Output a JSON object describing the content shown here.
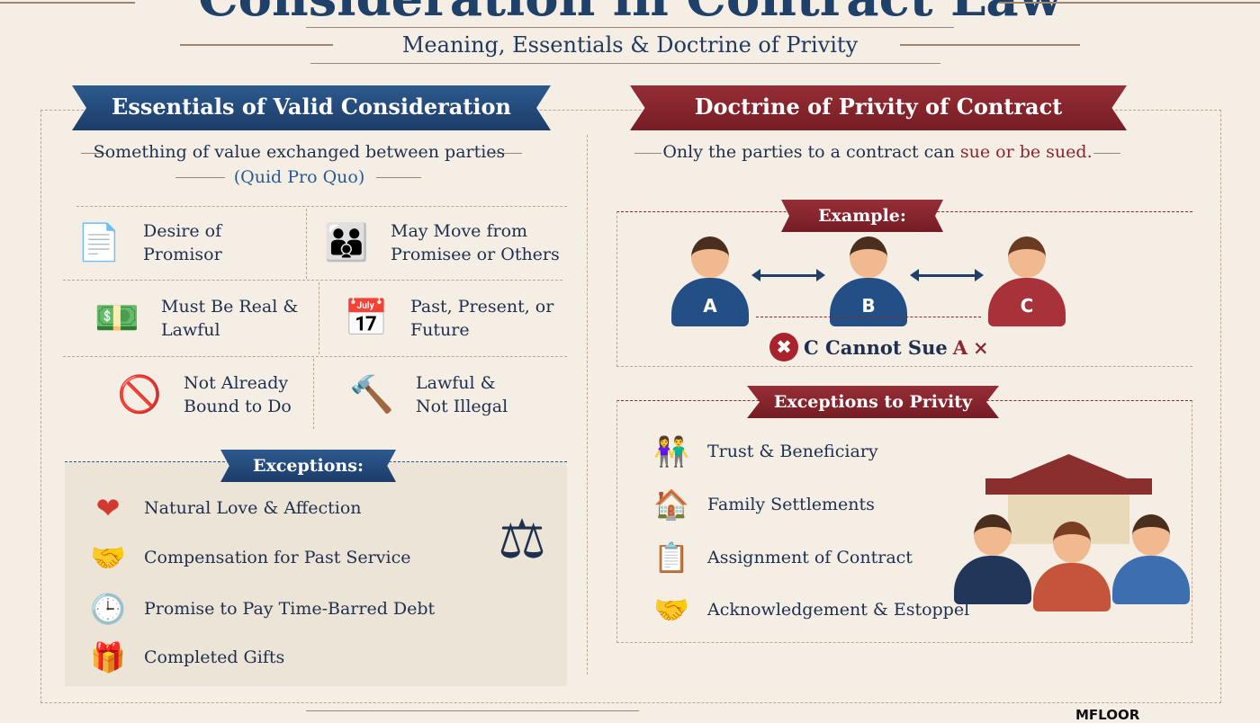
{
  "header": {
    "title": "Consideration in Contract Law",
    "subtitle": "Meaning, Essentials & Doctrine of Privity"
  },
  "left": {
    "ribbon": "Essentials of Valid Consideration",
    "definition": "Something of value exchanged between parties",
    "definition_note": "(Quid Pro Quo)",
    "essentials": [
      {
        "icon": "hand-document-icon",
        "label": "Desire of Promisor"
      },
      {
        "icon": "people-group-icon",
        "label": "May Move from Promisee or Others"
      },
      {
        "icon": "money-check-icon",
        "label": "Must Be Real & Lawful"
      },
      {
        "icon": "calendar-icon",
        "label": "Past, Present, or Future"
      },
      {
        "icon": "checklist-prohibited-icon",
        "label": "Not Already Bound to Do"
      },
      {
        "icon": "gavel-icon",
        "label": "Lawful & Not Illegal"
      }
    ],
    "exceptions_tag": "Exceptions:",
    "exceptions": [
      {
        "icon": "heart-icon",
        "label": "Natural Love & Affection"
      },
      {
        "icon": "handshake-icon",
        "label": "Compensation for Past Service"
      },
      {
        "icon": "clock-icon",
        "label": "Promise to Pay Time-Barred Debt"
      },
      {
        "icon": "gift-icon",
        "label": "Completed Gifts"
      }
    ]
  },
  "right": {
    "ribbon": "Doctrine of Privity of Contract",
    "rule_prefix": "Only the parties to a contract can ",
    "rule_highlight": "sue or be sued.",
    "example_tag": "Example:",
    "parties": [
      "A",
      "B",
      "C"
    ],
    "cannot_prefix": "C Cannot Sue ",
    "cannot_target": "A",
    "cannot_mark": "×",
    "exceptions_tag": "Exceptions to Privity",
    "exceptions": [
      {
        "icon": "couple-icon",
        "label": "Trust & Beneficiary"
      },
      {
        "icon": "house-icon",
        "label": "Family Settlements"
      },
      {
        "icon": "document-check-icon",
        "label": "Assignment of Contract"
      },
      {
        "icon": "handshake-icon",
        "label": "Acknowledgement & Estoppel"
      }
    ]
  },
  "footer": {
    "brand": "MFLOOR"
  },
  "colors": {
    "navy": "#1f4068",
    "maroon": "#8a2630",
    "paper": "#f4eee4"
  }
}
